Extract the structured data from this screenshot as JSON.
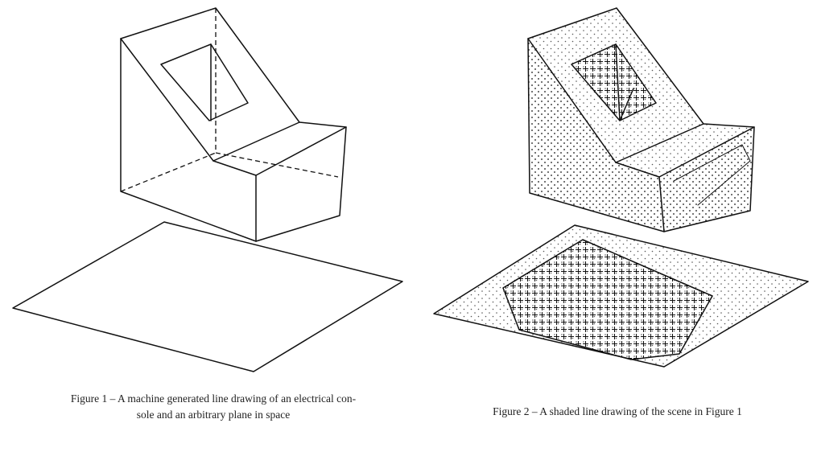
{
  "figures": [
    {
      "id": "figure-1",
      "caption_lines": [
        "Figure 1 – A machine generated line drawing of an electrical con-",
        "sole and an arbitrary plane in space"
      ]
    },
    {
      "id": "figure-2",
      "caption_lines": [
        "Figure 2 – A shaded line drawing of the scene in Figure 1"
      ]
    }
  ]
}
